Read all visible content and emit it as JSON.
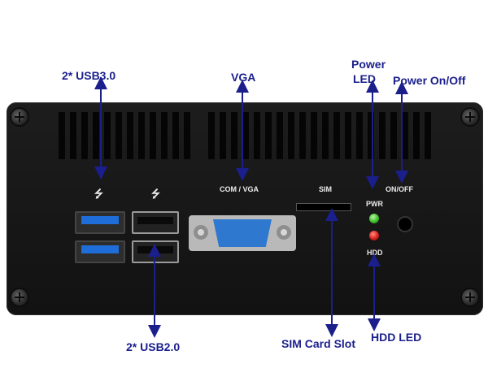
{
  "callouts": {
    "usb3": "2* USB3.0",
    "vga": "VGA",
    "power_led_line1": "Power",
    "power_led_line2": "LED",
    "power_onoff": "Power On/Off",
    "usb2": "2* USB2.0",
    "sim": "SIM Card Slot",
    "hdd_led": "HDD LED"
  },
  "panel_labels": {
    "com_vga": "COM / VGA",
    "sim": "SIM",
    "pwr": "PWR",
    "hdd": "HDD",
    "onoff": "ON/OFF",
    "usb_symbol": "⭍"
  },
  "colors": {
    "callout": "#1a1f8c",
    "chassis": "#161616",
    "usb3_blue": "#1f6dd8",
    "vga_blue": "#2f78cf",
    "pwr_led": "#3fbf2a",
    "hdd_led": "#d8211c"
  }
}
